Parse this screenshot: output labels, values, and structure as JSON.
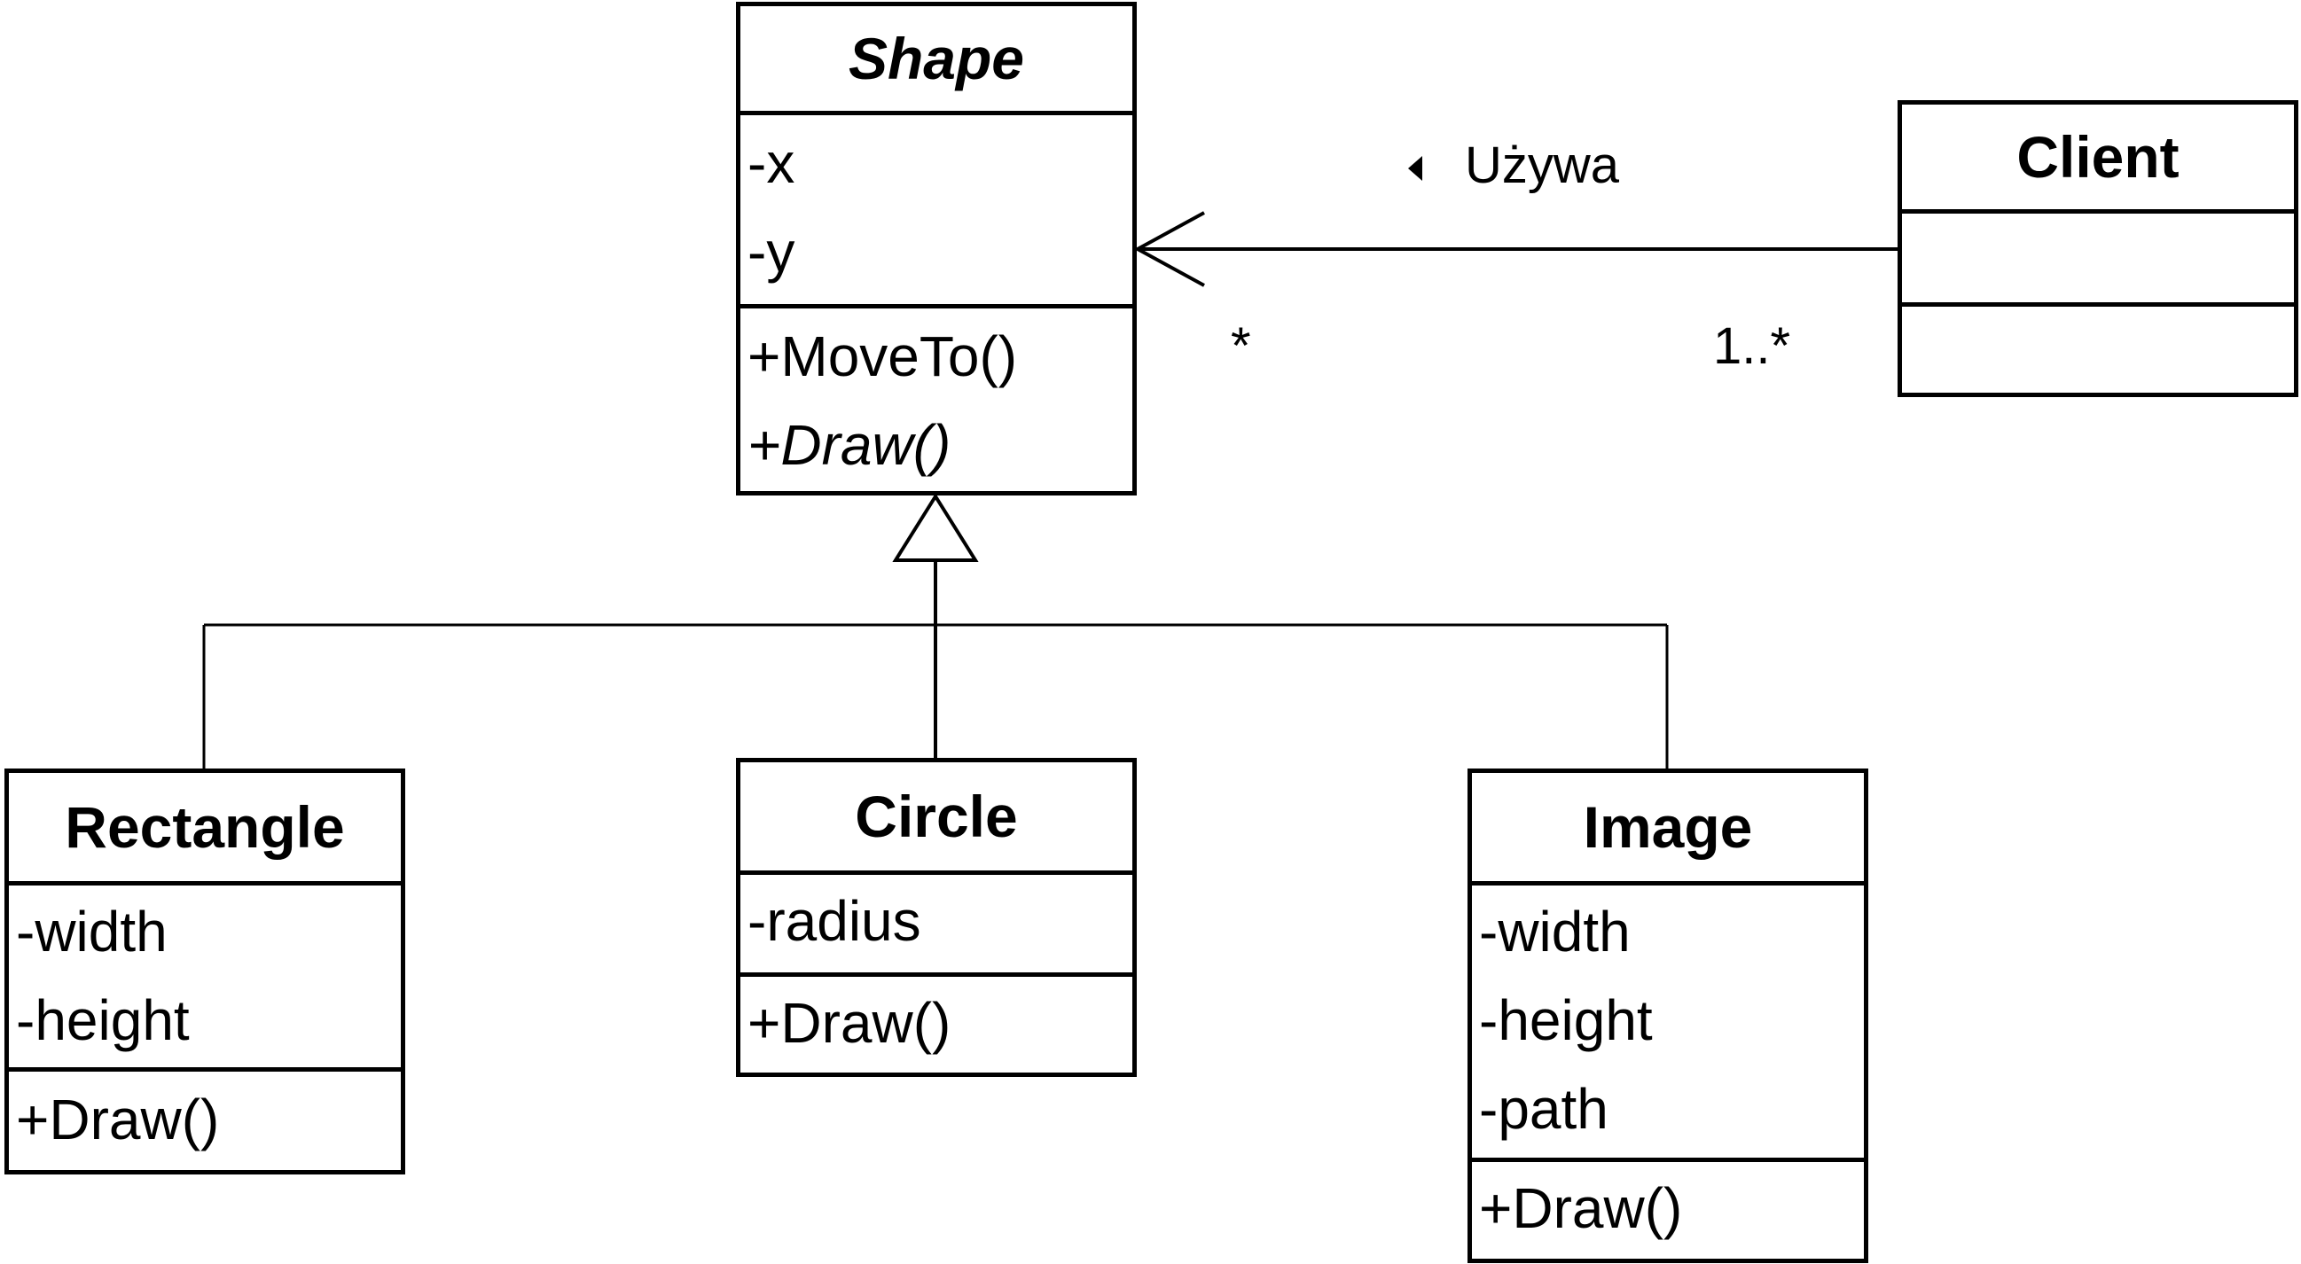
{
  "diagram": {
    "type": "uml-class-diagram",
    "classes": {
      "shape": {
        "name": "Shape",
        "abstract": true,
        "attributes": [
          "-x",
          "-y"
        ],
        "operations": [
          {
            "text": "+MoveTo()",
            "abstract": false
          },
          {
            "text": "+Draw()",
            "abstract": true
          }
        ]
      },
      "client": {
        "name": "Client",
        "attributes": [],
        "operations": []
      },
      "rectangle": {
        "name": "Rectangle",
        "attributes": [
          "-width",
          "-height"
        ],
        "operations": [
          "+Draw()"
        ]
      },
      "circle": {
        "name": "Circle",
        "attributes": [
          "-radius"
        ],
        "operations": [
          "+Draw()"
        ]
      },
      "image": {
        "name": "Image",
        "attributes": [
          "-width",
          "-height",
          "-path"
        ],
        "operations": [
          "+Draw()"
        ]
      }
    },
    "association": {
      "from": "Client",
      "to": "Shape",
      "label": "Używa",
      "direction_marker": "◂",
      "multiplicity_shape_end": "*",
      "multiplicity_client_end": "1..*"
    },
    "generalization": {
      "parent": "Shape",
      "children": [
        "Rectangle",
        "Circle",
        "Image"
      ]
    }
  }
}
